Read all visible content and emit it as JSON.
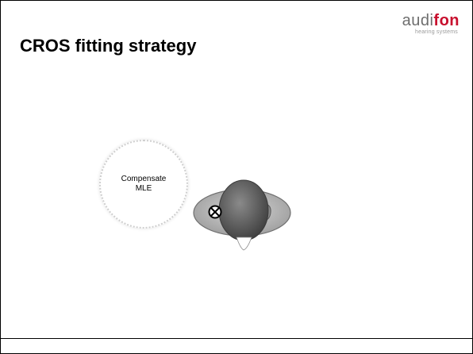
{
  "slide": {
    "title": "CROS fitting strategy"
  },
  "logo": {
    "brand_light": "audi",
    "brand_bold": "fon",
    "tagline": "hearing systems"
  },
  "bubble": {
    "line1": "Compensate",
    "line2": "MLE"
  },
  "colors": {
    "brand_red": "#c8102e",
    "head_gray": "#6a6a6a",
    "field_gray": "#a8a8a8"
  },
  "icons": {
    "head": "head-top-view-icon",
    "muted_ear": "muted-ear-icon"
  }
}
